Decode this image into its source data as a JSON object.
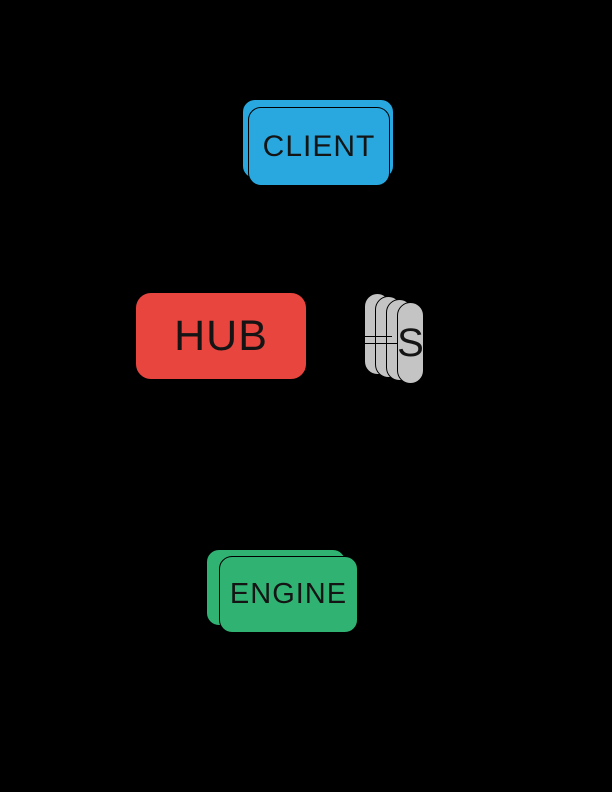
{
  "figure": {
    "background_color": "#000000",
    "stroke_color": "#000000",
    "text_color": "#141414",
    "nodes": {
      "client": {
        "label": "CLIENT",
        "color": "#29A8E0",
        "stack_count": 2
      },
      "hub": {
        "label": "HUB",
        "color": "#E8453E",
        "stack_count": 1
      },
      "schedulers": {
        "label": "S",
        "color": "#C4C4C4",
        "stack_count": 4,
        "connector_segments": 2
      },
      "engine": {
        "label": "ENGINE",
        "color": "#30B272",
        "stack_count": 2
      }
    }
  }
}
